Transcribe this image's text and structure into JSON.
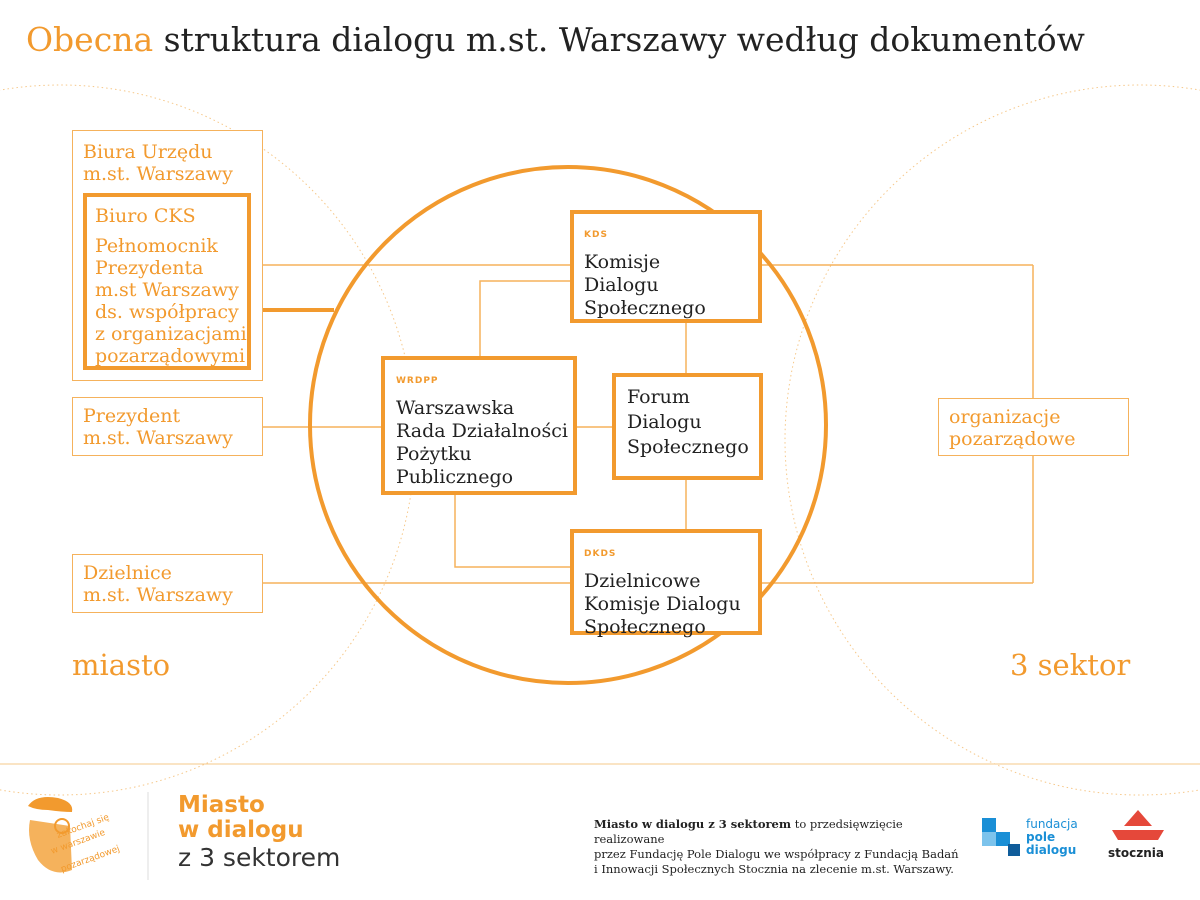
{
  "title": {
    "accent": "Obecna",
    "rest": " struktura dialogu m.st. Warszawy według dokumentów"
  },
  "left_boxes": {
    "biura": [
      "Biura Urzędu",
      "m.st. Warszawy"
    ],
    "cks_title": "Biuro CKS",
    "cks_lines": [
      "Pełnomocnik",
      "Prezydenta",
      "m.st Warszawy",
      "ds. współpracy",
      "z organizacjami",
      "pozarządowymi"
    ],
    "prezydent": [
      "Prezydent",
      "m.st. Warszawy"
    ],
    "dzielnice": [
      "Dzielnice",
      "m.st. Warszawy"
    ]
  },
  "right_boxes": {
    "ngo": [
      "organizacje",
      "pozarządowe"
    ]
  },
  "center": {
    "kds_tag": "KDS",
    "kds": [
      "Komisje",
      "Dialogu",
      "Społecznego"
    ],
    "wrdpp_tag": "WRDPP",
    "wrdpp": [
      "Warszawska",
      "Rada Działalności",
      "Pożytku",
      "Publicznego"
    ],
    "forum": [
      "Forum",
      "Dialogu",
      "Społecznego"
    ],
    "dkds_tag": "DKDS",
    "dkds": [
      "Dzielnicowe",
      "Komisje Dialogu",
      "Społecznego"
    ]
  },
  "sides": {
    "left": "miasto",
    "right": "3 sektor"
  },
  "footer": {
    "logo_badge": [
      "zakochaj się",
      "w warszawie",
      "pozarządowej"
    ],
    "logo_title": [
      "Miasto",
      "w dialogu"
    ],
    "logo_sub": "z 3 sektorem",
    "desc_bold": "Miasto w dialogu z 3 sektorem",
    "desc_rest": " to przedsięwzięcie realizowane",
    "desc_lines": [
      "przez Fundację Pole Dialogu we współpracy z Fundacją Badań",
      "i Innowacji Społecznych Stocznia na zlecenie m.st. Warszawy."
    ],
    "pd_lines": [
      "fundacja",
      "pole",
      "dialogu"
    ],
    "stocznia": "stocznia"
  },
  "colors": {
    "accent": "#f29a2e",
    "light": "#f5b25c",
    "blue": "#1a8fd6",
    "red": "#e5483a"
  }
}
